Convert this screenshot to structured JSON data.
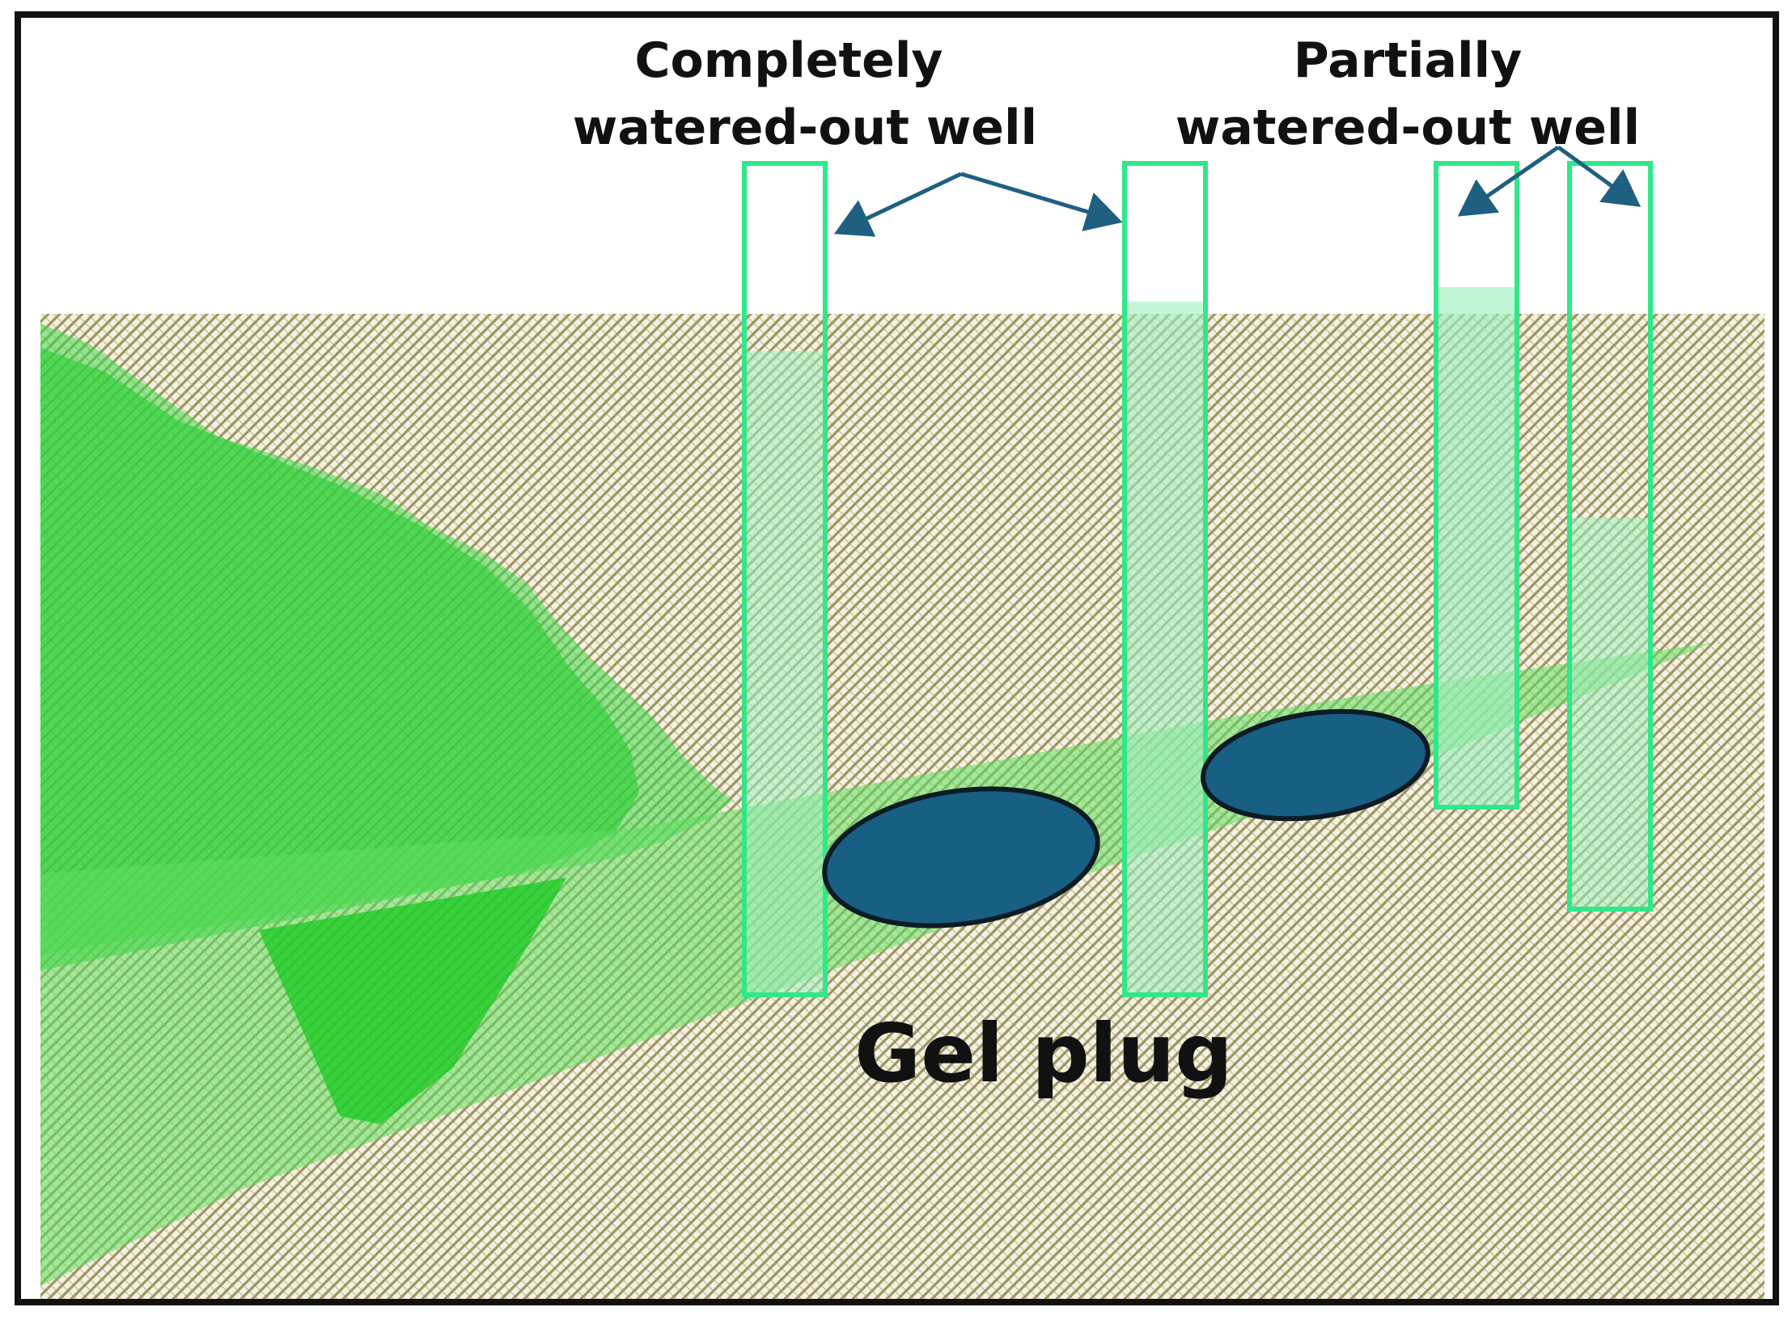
{
  "labels": {
    "completely_line1": "Completely",
    "completely_line2": "watered-out well",
    "partially_line1": "Partially",
    "partially_line2": "watered-out well",
    "gel_plug": "Gel plug"
  },
  "colors": {
    "frame": "#111111",
    "background": "#ffffff",
    "formation_hatch": "#9e9660",
    "formation_base": "#f4f1e4",
    "water_light": "#5ede5e",
    "water_mid": "#2fcf3a",
    "water_dark": "#17c91f",
    "well_outline": "#2ee88a",
    "well_water_fill": "#9ef0c0",
    "gel_plug_fill": "#175f83",
    "gel_plug_stroke": "#0d1b24",
    "arrow": "#1f5f80",
    "text": "#111111"
  },
  "icons": {
    "arrow": "arrow-icon"
  }
}
